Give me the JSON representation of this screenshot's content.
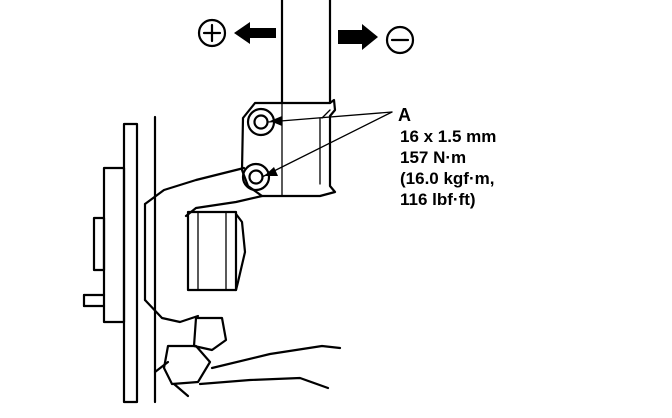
{
  "callout": {
    "letter": "A",
    "spec_lines": [
      "16 x 1.5 mm",
      "157 N·m",
      "(16.0 kgf·m,",
      "116 lbf·ft)"
    ]
  },
  "direction": {
    "positive_symbol": "plus-circle-icon",
    "negative_symbol": "minus-circle-icon"
  },
  "colors": {
    "ink": "#000000",
    "paper": "#ffffff"
  }
}
